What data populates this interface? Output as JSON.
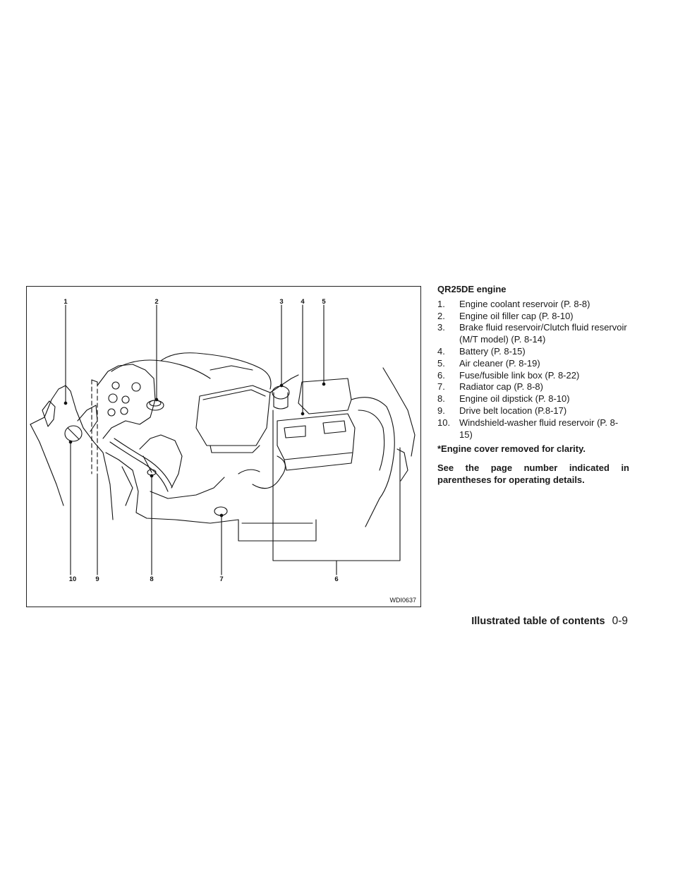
{
  "figure": {
    "code": "WDI0637",
    "callouts_top": [
      "1",
      "2",
      "3",
      "4",
      "5"
    ],
    "callouts_bottom": [
      "10",
      "9",
      "8",
      "7",
      "6"
    ]
  },
  "section": {
    "title": "QR25DE engine",
    "items": [
      {
        "num": "1.",
        "text": "Engine coolant reservoir (P. 8-8)"
      },
      {
        "num": "2.",
        "text": "Engine oil filler cap (P. 8-10)"
      },
      {
        "num": "3.",
        "text": "Brake fluid reservoir/Clutch fluid reservoir (M/T model) (P. 8-14)"
      },
      {
        "num": "4.",
        "text": "Battery (P. 8-15)"
      },
      {
        "num": "5.",
        "text": "Air cleaner (P. 8-19)"
      },
      {
        "num": "6.",
        "text": "Fuse/fusible link box (P. 8-22)"
      },
      {
        "num": "7.",
        "text": "Radiator cap (P. 8-8)"
      },
      {
        "num": "8.",
        "text": "Engine oil dipstick (P. 8-10)"
      },
      {
        "num": "9.",
        "text": "Drive belt location (P.8-17)"
      },
      {
        "num": "10.",
        "text": "Windshield-washer fluid reservoir (P. 8-15)"
      }
    ],
    "note": "*Engine cover removed for clarity.",
    "note2": "See the page number indicated in parentheses for operating details."
  },
  "footer": {
    "section_name": "Illustrated table of contents",
    "page_number": "0-9"
  }
}
